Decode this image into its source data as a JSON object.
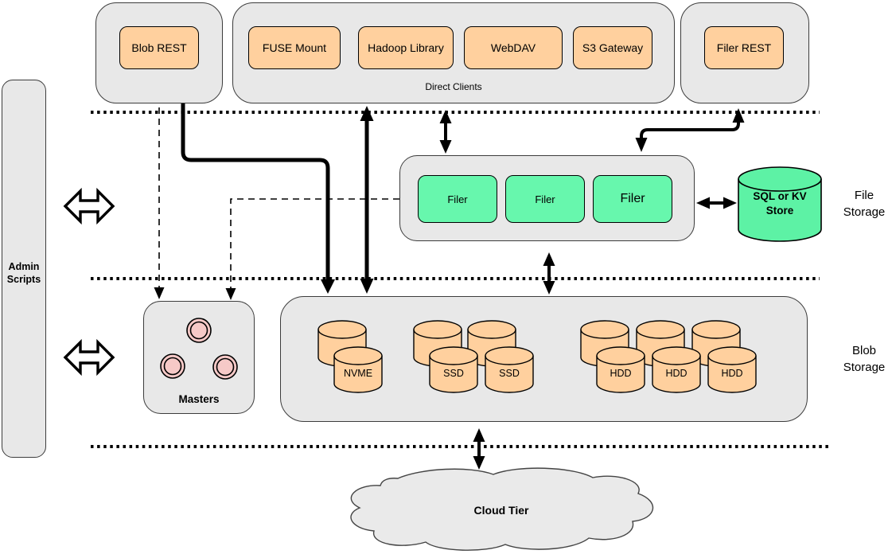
{
  "colors": {
    "container_fill": "#e8e8e8",
    "node_orange": "#ffd09e",
    "node_green": "#67f7ad",
    "master_pink": "#f6c9c7",
    "cloud_fill": "#eaeaea",
    "line": "#000000"
  },
  "admin_scripts": {
    "label": "Admin Scripts"
  },
  "top_row": {
    "blob_rest_label": "Blob REST",
    "direct_clients": {
      "caption": "Direct Clients",
      "clients": [
        "FUSE Mount",
        "Hadoop Library",
        "WebDAV",
        "S3 Gateway"
      ]
    },
    "filer_rest_label": "Filer REST"
  },
  "file_storage": {
    "tier_label": "File Storage",
    "filers": [
      "Filer",
      "Filer",
      "Filer"
    ],
    "store_label": "SQL or KV Store"
  },
  "blob_storage": {
    "tier_label": "Blob Storage",
    "masters_label": "Masters",
    "volume_labels": [
      "NVME",
      "SSD",
      "SSD",
      "HDD",
      "HDD",
      "HDD"
    ]
  },
  "cloud_tier": {
    "label": "Cloud Tier"
  }
}
